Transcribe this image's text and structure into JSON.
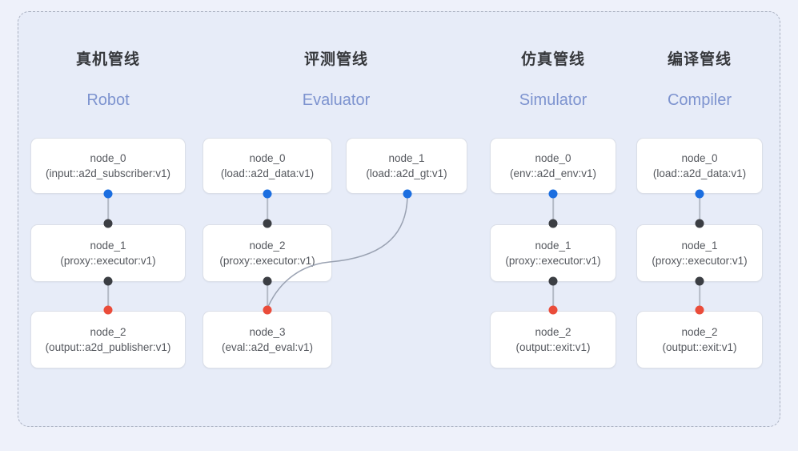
{
  "diagram": {
    "frame_label": "pipeline-group-frame",
    "background_color": "#e7ecf8",
    "page_background_color": "#eef1fa",
    "border_style": "dashed",
    "border_color": "#a9b0c0"
  },
  "legend_colors": {
    "input_port": "#1b6ee0",
    "middle_port": "#3b3e43",
    "output_port": "#ea4c3a",
    "node_border": "#dbdfe8",
    "edge": "#9aa2b2",
    "heading_cn": "#37393d",
    "heading_en": "#7d93cf"
  },
  "columns": [
    {
      "title_cn": "真机管线",
      "title_en": "Robot",
      "nodes": [
        {
          "id": "node_0",
          "kind": "(input::a2d_subscriber:v1)"
        },
        {
          "id": "node_1",
          "kind": "(proxy::executor:v1)"
        },
        {
          "id": "node_2",
          "kind": "(output::a2d_publisher:v1)"
        }
      ]
    },
    {
      "title_cn": "评测管线",
      "title_en": "Evaluator",
      "nodes": [
        {
          "id": "node_0",
          "kind": "(load::a2d_data:v1)"
        },
        {
          "id": "node_1",
          "kind": "(load::a2d_gt:v1)"
        },
        {
          "id": "node_2",
          "kind": "(proxy::executor:v1)"
        },
        {
          "id": "node_3",
          "kind": "(eval::a2d_eval:v1)"
        }
      ]
    },
    {
      "title_cn": "仿真管线",
      "title_en": "Simulator",
      "nodes": [
        {
          "id": "node_0",
          "kind": "(env::a2d_env:v1)"
        },
        {
          "id": "node_1",
          "kind": "(proxy::executor:v1)"
        },
        {
          "id": "node_2",
          "kind": "(output::exit:v1)"
        }
      ]
    },
    {
      "title_cn": "编译管线",
      "title_en": "Compiler",
      "nodes": [
        {
          "id": "node_0",
          "kind": "(load::a2d_data:v1)"
        },
        {
          "id": "node_1",
          "kind": "(proxy::executor:v1)"
        },
        {
          "id": "node_2",
          "kind": "(output::exit:v1)"
        }
      ]
    }
  ]
}
